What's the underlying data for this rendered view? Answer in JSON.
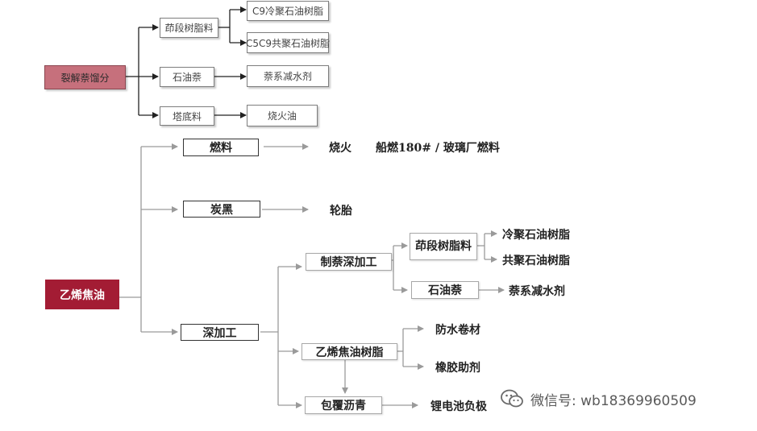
{
  "top": {
    "root": "裂解萘馏分",
    "n1": "茚段树脂料",
    "n1a": "C9冷聚石油树脂",
    "n1b": "C5C9共聚石油树脂",
    "n2": "石油萘",
    "n2a": "萘系减水剂",
    "n3": "塔底料",
    "n3a": "烧火油"
  },
  "bottom": {
    "root": "乙烯焦油",
    "fuel": "燃料",
    "fuel_out1": "烧火",
    "fuel_out2": "船燃180# / 玻璃厂燃料",
    "cb": "炭黑",
    "cb_out": "轮胎",
    "deep": "深加工",
    "nap_proc": "制萘深加工",
    "indene": "茚段树脂料",
    "cold": "冷聚石油树脂",
    "co": "共聚石油树脂",
    "nap_oil": "石油萘",
    "reducer": "萘系减水剂",
    "resin": "乙烯焦油树脂",
    "waterproof": "防水卷材",
    "rubber": "橡胶助剂",
    "asphalt": "包覆沥青",
    "anode": "锂电池负极"
  },
  "watermark": "微信号: wb18369960509"
}
